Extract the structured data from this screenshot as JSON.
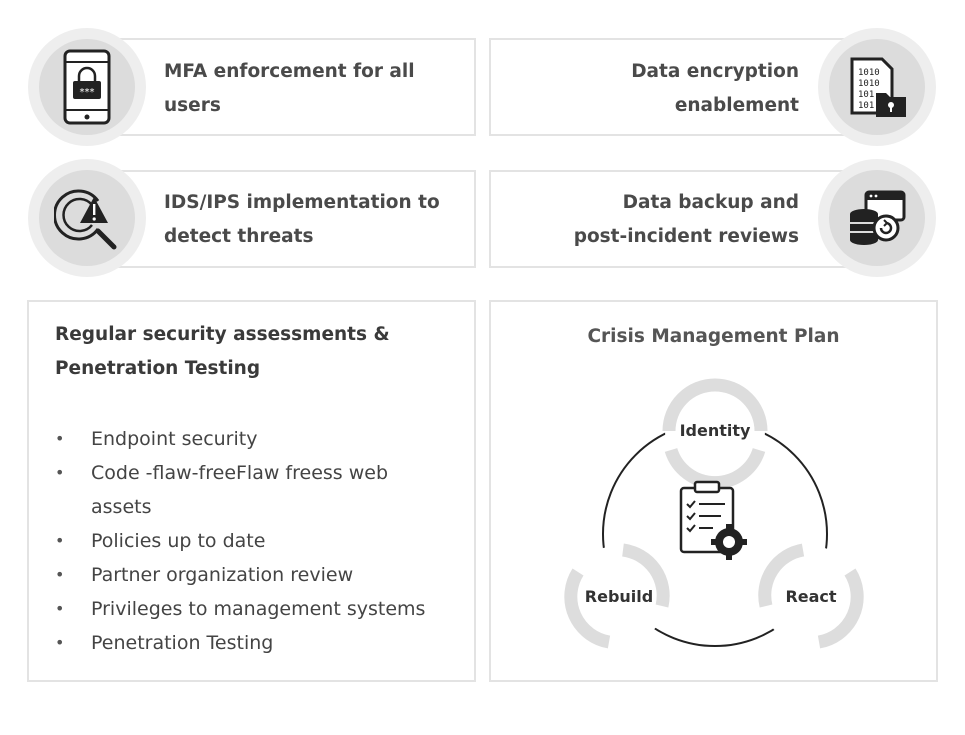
{
  "cards": {
    "mfa": "MFA enforcement for all users",
    "mfa_line1": "MFA enforcement for all",
    "mfa_line2": "users",
    "encryption_line1": "Data encryption",
    "encryption_line2": "enablement",
    "ids_line1": "IDS/IPS implementation to",
    "ids_line2": "detect threats",
    "backup_line1": "Data backup and",
    "backup_line2": "post-incident reviews"
  },
  "icons": {
    "mfa": "phone-lock-icon",
    "encryption": "binary-document-lock-icon",
    "ids": "warning-magnifier-icon",
    "backup": "database-restore-icon",
    "crisis": "clipboard-gear-icon"
  },
  "assessments": {
    "title_line1": "Regular security assessments &",
    "title_line2": "Penetration Testing",
    "items": [
      "Endpoint security",
      "Code -flaw-freeFlaw freess web",
      "assets",
      "Policies up to date",
      "Partner organization review",
      "Privileges to management systems",
      "Penetration Testing"
    ]
  },
  "crisis": {
    "title": "Crisis Management Plan",
    "nodes": [
      "Identity",
      "React",
      "Rebuild"
    ]
  },
  "colors": {
    "border": "#e3e3e3",
    "disc_outer": "#eeeeee",
    "disc_inner": "#dcdcdc",
    "text": "#4a4a4a"
  }
}
